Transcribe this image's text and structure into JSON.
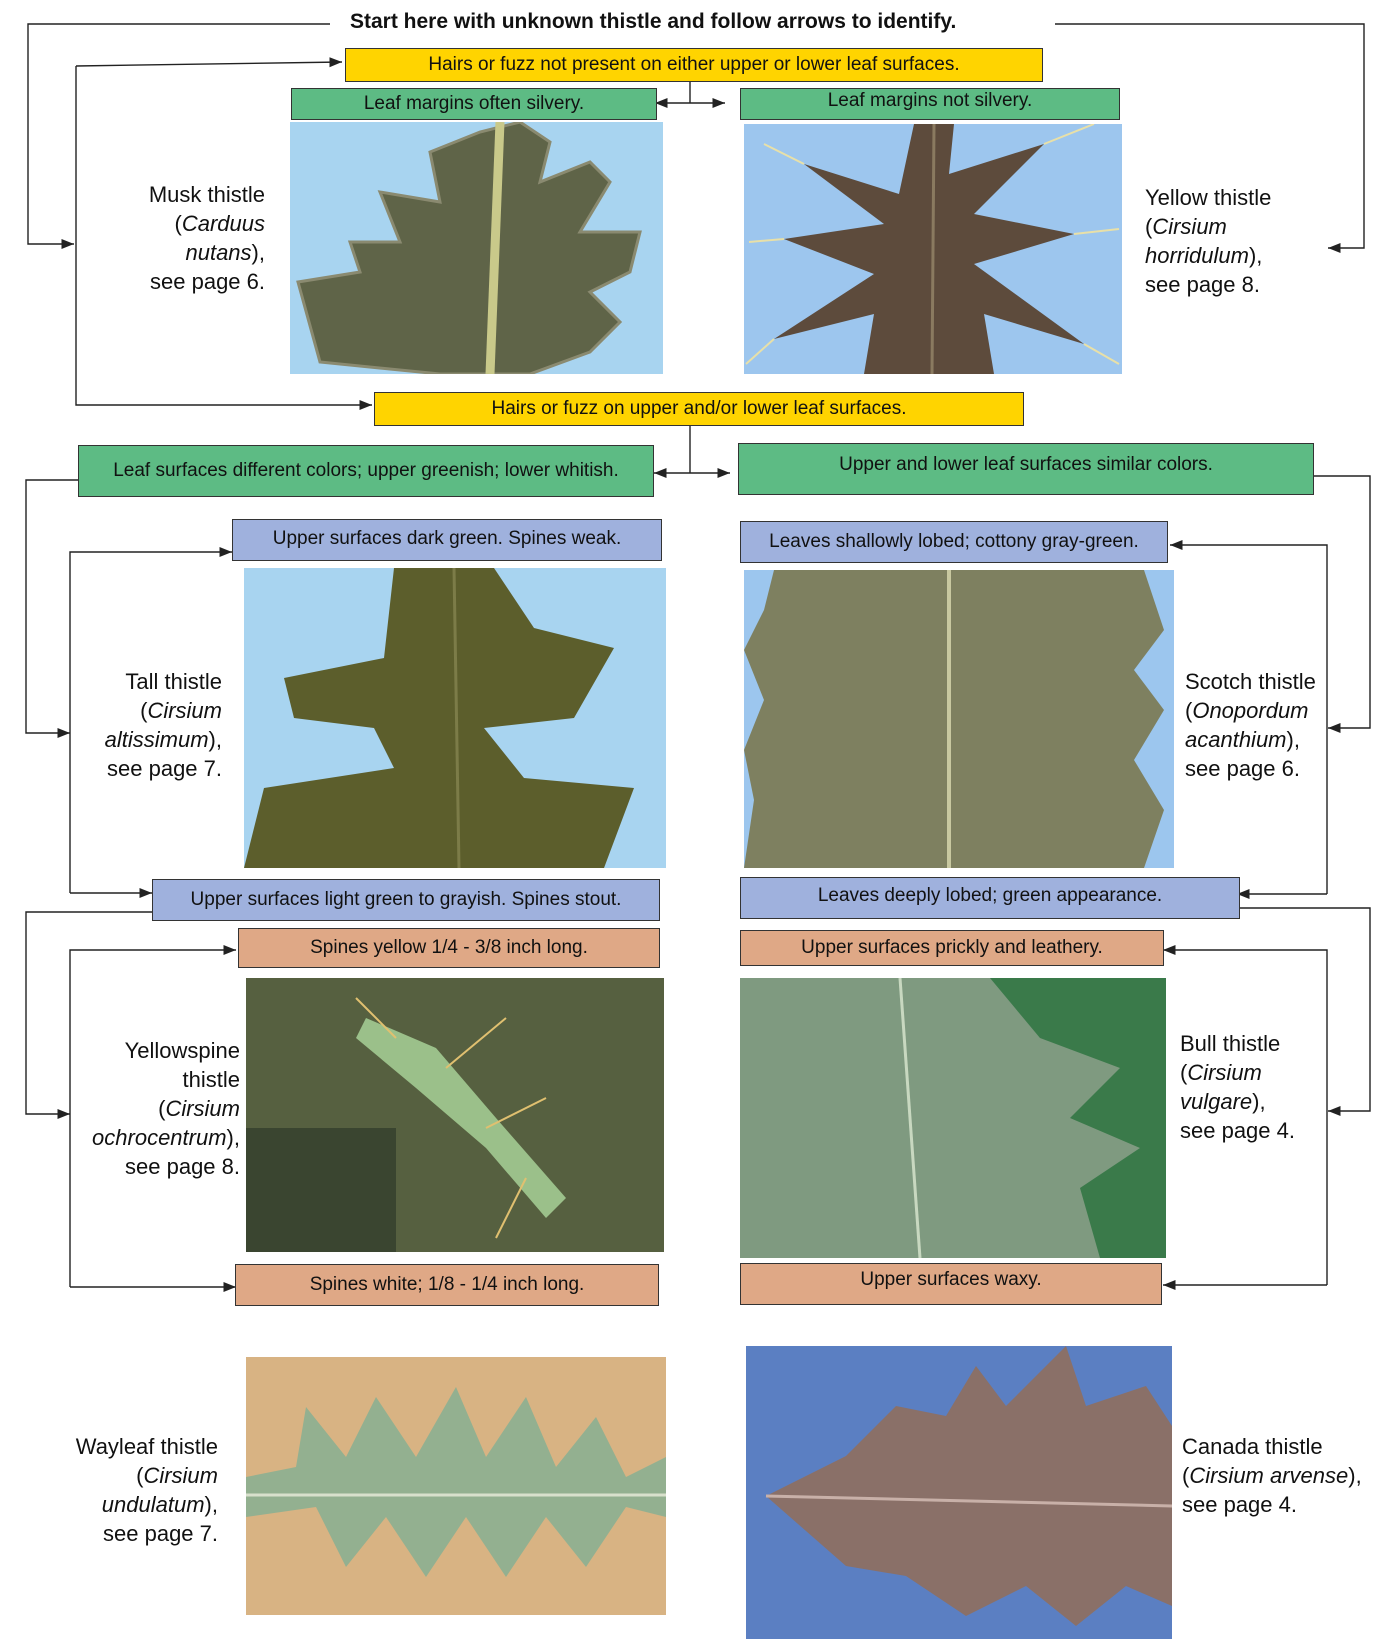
{
  "title": "Start here with unknown thistle and follow arrows to identify.",
  "decisions": {
    "no_hairs": "Hairs or fuzz not present on either upper or lower leaf surfaces.",
    "margins_silvery": "Leaf margins often silvery.",
    "margins_not_silvery": "Leaf margins not silvery.",
    "hairs": "Hairs or fuzz on upper and/or lower leaf surfaces.",
    "different_colors": "Leaf surfaces different colors; upper greenish; lower whitish.",
    "similar_colors": "Upper and lower leaf surfaces similar colors.",
    "dark_green_weak": "Upper surfaces dark green. Spines weak.",
    "light_green_stout": "Upper surfaces light green to grayish.  Spines stout.",
    "spines_yellow": "Spines yellow 1/4 - 3/8 inch long.",
    "spines_white": "Spines white; 1/8 - 1/4 inch long.",
    "shallowly_lobed": "Leaves shallowly lobed; cottony gray-green.",
    "deeply_lobed": "Leaves deeply lobed; green appearance.",
    "prickly_leathery": "Upper surfaces prickly and leathery.",
    "waxy": "Upper surfaces waxy."
  },
  "species": {
    "musk": {
      "common": "Musk thistle",
      "open": "(",
      "genus": "Carduus",
      "epithet": "nutans",
      "close": "),",
      "page": "see page 6."
    },
    "yellow": {
      "common": "Yellow thistle",
      "open": "(",
      "genus": "Cirsium",
      "epithet": "horridulum",
      "close": "),",
      "page": "see page 8."
    },
    "tall": {
      "common": "Tall thistle",
      "open": "(",
      "genus": "Cirsium",
      "epithet": "altissimum",
      "close": "),",
      "page": "see page 7."
    },
    "scotch": {
      "common": "Scotch thistle",
      "open": "(",
      "genus": "Onopordum",
      "epithet": "acanthium",
      "close": "),",
      "page": "see page 6."
    },
    "yellowspine": {
      "common1": "Yellowspine",
      "common2": "thistle",
      "open": "(",
      "genus": "Cirsium",
      "epithet": "ochrocentrum",
      "close": "),",
      "page": "see page 8."
    },
    "bull": {
      "common": "Bull thistle",
      "open": "(",
      "genus": "Cirsium",
      "epithet": "vulgare",
      "close": "),",
      "page": "see page 4."
    },
    "wayleaf": {
      "common": "Wayleaf thistle",
      "open": "(",
      "genus": "Cirsium",
      "epithet": "undulatum",
      "close": "),",
      "page": "see page 7."
    },
    "canada": {
      "common": "Canada thistle",
      "open": "(",
      "genus": "Cirsium arvense",
      "close": "),",
      "page": "see page 4."
    }
  },
  "colors": {
    "yellow_box": "#ffd400",
    "green_box": "#5dbb84",
    "blue_box": "#9fb1dd",
    "tan_box": "#dfa886",
    "line": "#222222"
  }
}
